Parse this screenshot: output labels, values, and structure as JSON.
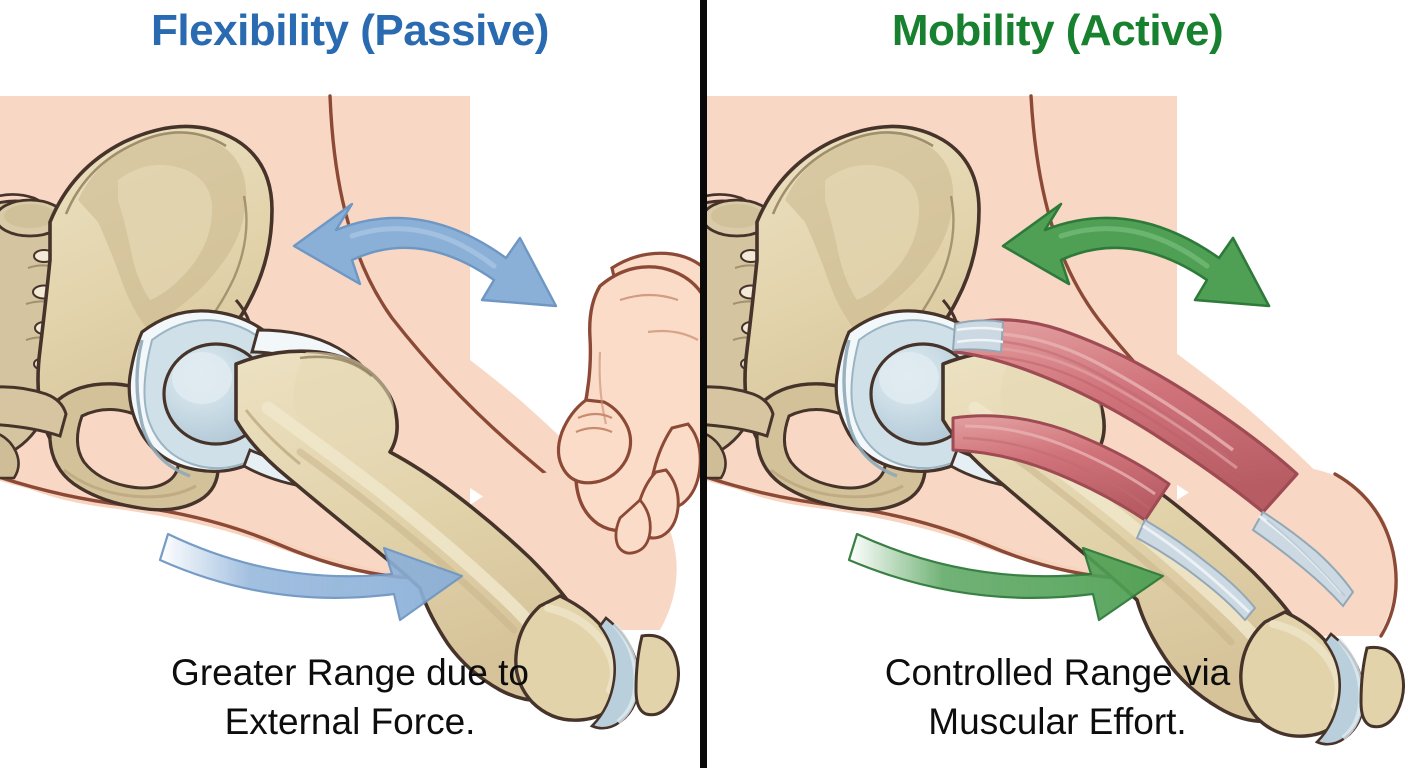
{
  "figure": {
    "type": "comparison-diagram",
    "subject": "hip-joint range of motion",
    "divider_color": "#0a0a0a",
    "background": "#ffffff"
  },
  "panels": [
    {
      "id": "flexibility",
      "title": "Flexibility (Passive)",
      "title_color": "#2a6ab0",
      "caption": "Greater Range due to\nExternal Force.",
      "caption_color": "#0d0d0d",
      "accent_color": "#7fa6d4",
      "arrows": [
        {
          "name": "upper-range-arrow",
          "style": "double-headed-curved",
          "color": "#8bb0d8",
          "meaning": "hip flexion and extension range"
        },
        {
          "name": "lower-sweep-arrow",
          "style": "single-headed-curved-fading",
          "color": "#8bb0d8",
          "meaning": "direction of passive movement"
        }
      ],
      "anatomy": [
        "skin",
        "pelvis",
        "sacrum",
        "femur",
        "hip-joint-cartilage",
        "knee-cartilage",
        "assisting-hand"
      ]
    },
    {
      "id": "mobility",
      "title": "Mobility (Active)",
      "title_color": "#17812f",
      "caption": "Controlled Range via\nMuscular Effort.",
      "caption_color": "#0d0d0d",
      "accent_color": "#4a9e55",
      "arrows": [
        {
          "name": "upper-range-arrow",
          "style": "double-headed-curved",
          "color": "#4fa055",
          "meaning": "controlled hip flexion and extension range"
        },
        {
          "name": "lower-sweep-arrow",
          "style": "single-headed-curved-fading",
          "color": "#4fa055",
          "meaning": "direction of active movement"
        }
      ],
      "anatomy": [
        "skin",
        "pelvis",
        "sacrum",
        "femur",
        "hip-joint-cartilage",
        "knee-cartilage",
        "patella",
        "quadriceps-muscle",
        "hamstring-muscle",
        "tendon"
      ]
    }
  ],
  "palette": {
    "skin": "#f9dbc8",
    "skin_shadow": "#f3c9b3",
    "skin_outline": "#8c4a36",
    "bone": "#e2d3ab",
    "bone_light": "#ece1c2",
    "bone_shadow": "#cbb88e",
    "bone_outline": "#46332a",
    "cartilage": "#b9cfdb",
    "cartilage_light": "#dfeaf0",
    "capsule": "#f2f6f8",
    "muscle": "#d0737a",
    "muscle_light": "#e09a9c",
    "muscle_dark": "#b0535c",
    "tendon": "#ccd9e2",
    "hand_skin": "#fbdcc9",
    "hand_outline": "#8c4a36"
  }
}
